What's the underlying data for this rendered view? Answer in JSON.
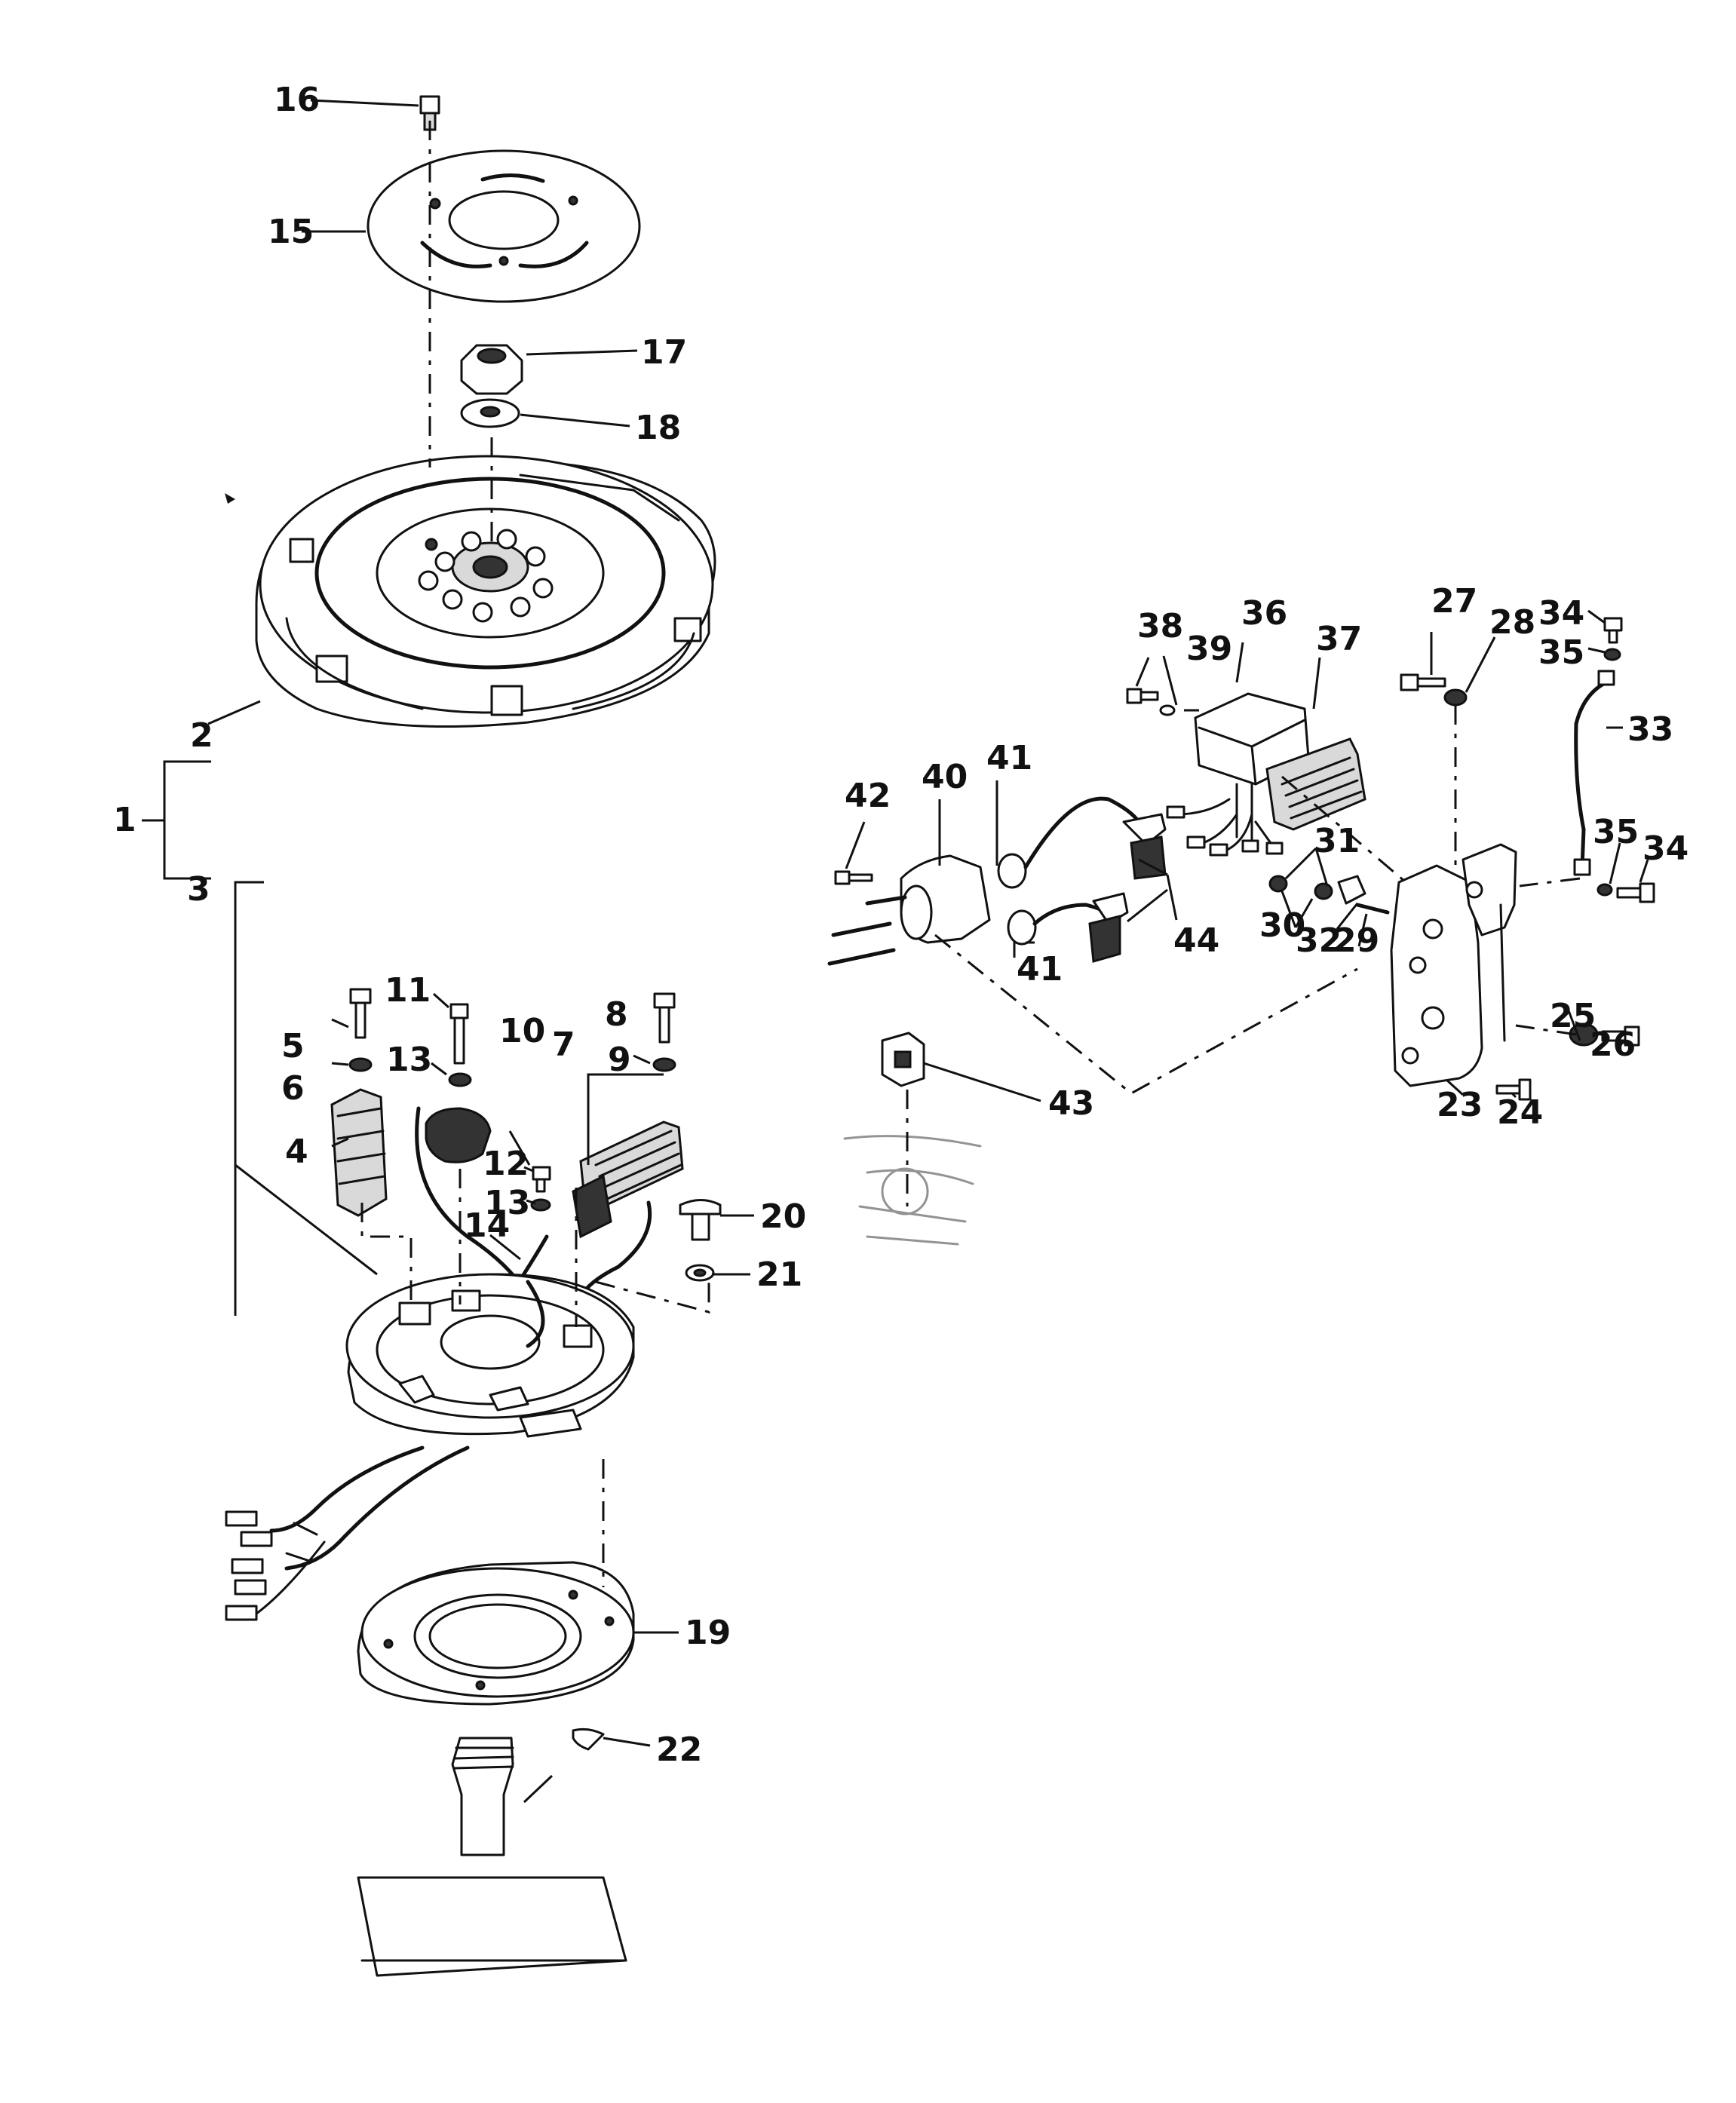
{
  "callouts": [
    {
      "id": "c16",
      "text": "16"
    },
    {
      "id": "c15",
      "text": "15"
    },
    {
      "id": "c17",
      "text": "17"
    },
    {
      "id": "c18",
      "text": "18"
    },
    {
      "id": "c2",
      "text": "2"
    },
    {
      "id": "c1",
      "text": "1"
    },
    {
      "id": "c3",
      "text": "3"
    },
    {
      "id": "c11",
      "text": "11"
    },
    {
      "id": "c13a",
      "text": "13"
    },
    {
      "id": "c10",
      "text": "10"
    },
    {
      "id": "c8",
      "text": "8"
    },
    {
      "id": "c7",
      "text": "7"
    },
    {
      "id": "c9",
      "text": "9"
    },
    {
      "id": "c5",
      "text": "5"
    },
    {
      "id": "c6",
      "text": "6"
    },
    {
      "id": "c4",
      "text": "4"
    },
    {
      "id": "c12",
      "text": "12"
    },
    {
      "id": "c13b",
      "text": "13"
    },
    {
      "id": "c14",
      "text": "14"
    },
    {
      "id": "c20",
      "text": "20"
    },
    {
      "id": "c21",
      "text": "21"
    },
    {
      "id": "c19",
      "text": "19"
    },
    {
      "id": "c22",
      "text": "22"
    },
    {
      "id": "c38",
      "text": "38"
    },
    {
      "id": "c39",
      "text": "39"
    },
    {
      "id": "c36",
      "text": "36"
    },
    {
      "id": "c37",
      "text": "37"
    },
    {
      "id": "c27",
      "text": "27"
    },
    {
      "id": "c28",
      "text": "28"
    },
    {
      "id": "c34a",
      "text": "34"
    },
    {
      "id": "c35a",
      "text": "35"
    },
    {
      "id": "c33",
      "text": "33"
    },
    {
      "id": "c41a",
      "text": "41"
    },
    {
      "id": "c40",
      "text": "40"
    },
    {
      "id": "c42",
      "text": "42"
    },
    {
      "id": "c31",
      "text": "31"
    },
    {
      "id": "c35b",
      "text": "35"
    },
    {
      "id": "c34b",
      "text": "34"
    },
    {
      "id": "c30",
      "text": "30"
    },
    {
      "id": "c32",
      "text": "32"
    },
    {
      "id": "c29",
      "text": "29"
    },
    {
      "id": "c44",
      "text": "44"
    },
    {
      "id": "c41b",
      "text": "41"
    },
    {
      "id": "c25",
      "text": "25"
    },
    {
      "id": "c26",
      "text": "26"
    },
    {
      "id": "c43",
      "text": "43"
    },
    {
      "id": "c23",
      "text": "23"
    },
    {
      "id": "c24",
      "text": "24"
    }
  ]
}
